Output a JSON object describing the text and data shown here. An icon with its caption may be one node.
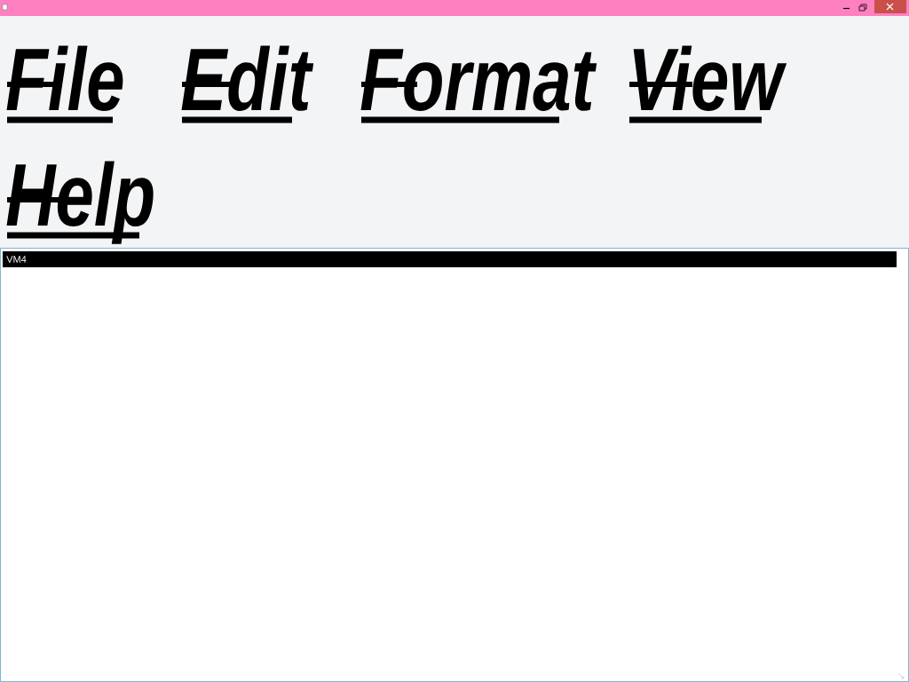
{
  "diagram": {
    "labels": [
      "File",
      "Edit",
      "Format",
      "View",
      "Help",
      "VM4"
    ]
  }
}
